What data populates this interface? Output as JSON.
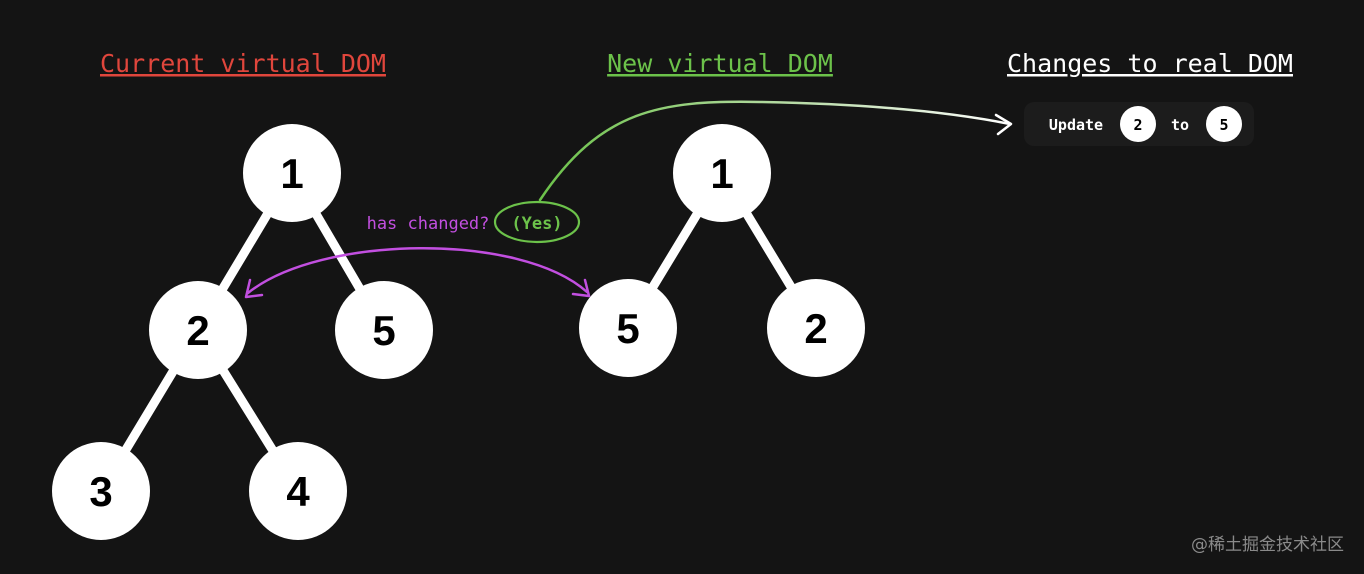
{
  "headings": {
    "current": "Current virtual DOM",
    "new": "New virtual DOM",
    "changes": "Changes to real DOM"
  },
  "current_tree": {
    "nodes": [
      "1",
      "2",
      "5",
      "3",
      "4"
    ]
  },
  "new_tree": {
    "nodes": [
      "1",
      "5",
      "2"
    ]
  },
  "comparison": {
    "question": "has changed?",
    "answer": "(Yes)"
  },
  "change": {
    "verb": "Update",
    "from": "2",
    "connector": "to",
    "to": "5"
  },
  "watermark": "@稀土掘金技术社区",
  "colors": {
    "background": "#141414",
    "current_heading": "#e0463c",
    "new_heading": "#6cc24a",
    "changes_heading": "#ffffff",
    "node_fill": "#ffffff",
    "node_text": "#000000",
    "compare_arrow": "#c24fe0",
    "yes_highlight": "#6cc24a",
    "update_arrow_start": "#6cc24a",
    "update_arrow_end": "#ffffff",
    "chip_background": "#1c1c1c",
    "watermark": "#8a8a8a"
  }
}
